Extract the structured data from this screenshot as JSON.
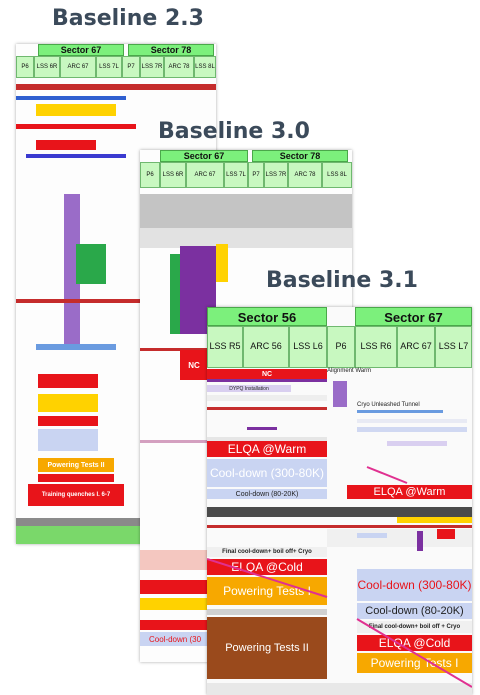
{
  "baselines": [
    {
      "title": "Baseline 2.3",
      "sectors": [
        "Sector 67",
        "Sector 78"
      ],
      "arcs": [
        "ARC 67",
        "ARC 78"
      ],
      "columns": [
        "P6",
        "LSS 6R",
        "LSS 7L",
        "P7",
        "LSS 7R",
        "LSS 8L"
      ],
      "bars": [
        "Powering Tests II",
        "Training quenches I. 6-7"
      ]
    },
    {
      "title": "Baseline 3.0",
      "sectors": [
        "Sector 67",
        "Sector 78"
      ],
      "arcs": [
        "ARC 67",
        "ARC 78"
      ],
      "columns": [
        "P6",
        "LSS 6R",
        "LSS 7L",
        "P7",
        "LSS 7R",
        "LSS 8L"
      ],
      "bars": [
        "NC",
        "Cool-down (30"
      ]
    },
    {
      "title": "Baseline 3.1",
      "sectors": [
        "Sector 56",
        "Sector 67"
      ],
      "arcs": [
        "ARC 56",
        "ARC 67"
      ],
      "columns": [
        "LSS R5",
        "LSS L6",
        "P6",
        "LSS R6",
        "LSS L7"
      ],
      "bars": {
        "nc": "NC",
        "dypq": "DYPQ Installation",
        "alignment": "Alignment Warm",
        "cryo": "Cryo Unleashed Tunnel",
        "elqa_warm_left": "ELQA @Warm",
        "cool_left": "Cool-down (300-80K)",
        "cool_left2": "Cool-down (80-20K)",
        "elqa_warm_right": "ELQA @Warm",
        "final": "Final cool-down+ boil off+ Cryo",
        "elqa_cold_left": "ELQA @Cold",
        "powering_left": "Powering Tests I",
        "cool_right": "Cool-down (300-80K)",
        "cool_right2": "Cool-down (80-20K)",
        "final_right": "Final cool-down+ boil off + Cryo",
        "elqa_cold_right": "ELQA @Cold",
        "powering_right": "Powering Tests I",
        "powering_ii": "Powering Tests II"
      }
    }
  ],
  "colors": {
    "title": "#3b4a5a",
    "sector_header": "#7cf07c",
    "red": "#e8141a",
    "orange": "#f7a800",
    "brown": "#9a4a1c",
    "cool_blue": "#c9d4f2",
    "green_bottom": "#7ad86a"
  }
}
